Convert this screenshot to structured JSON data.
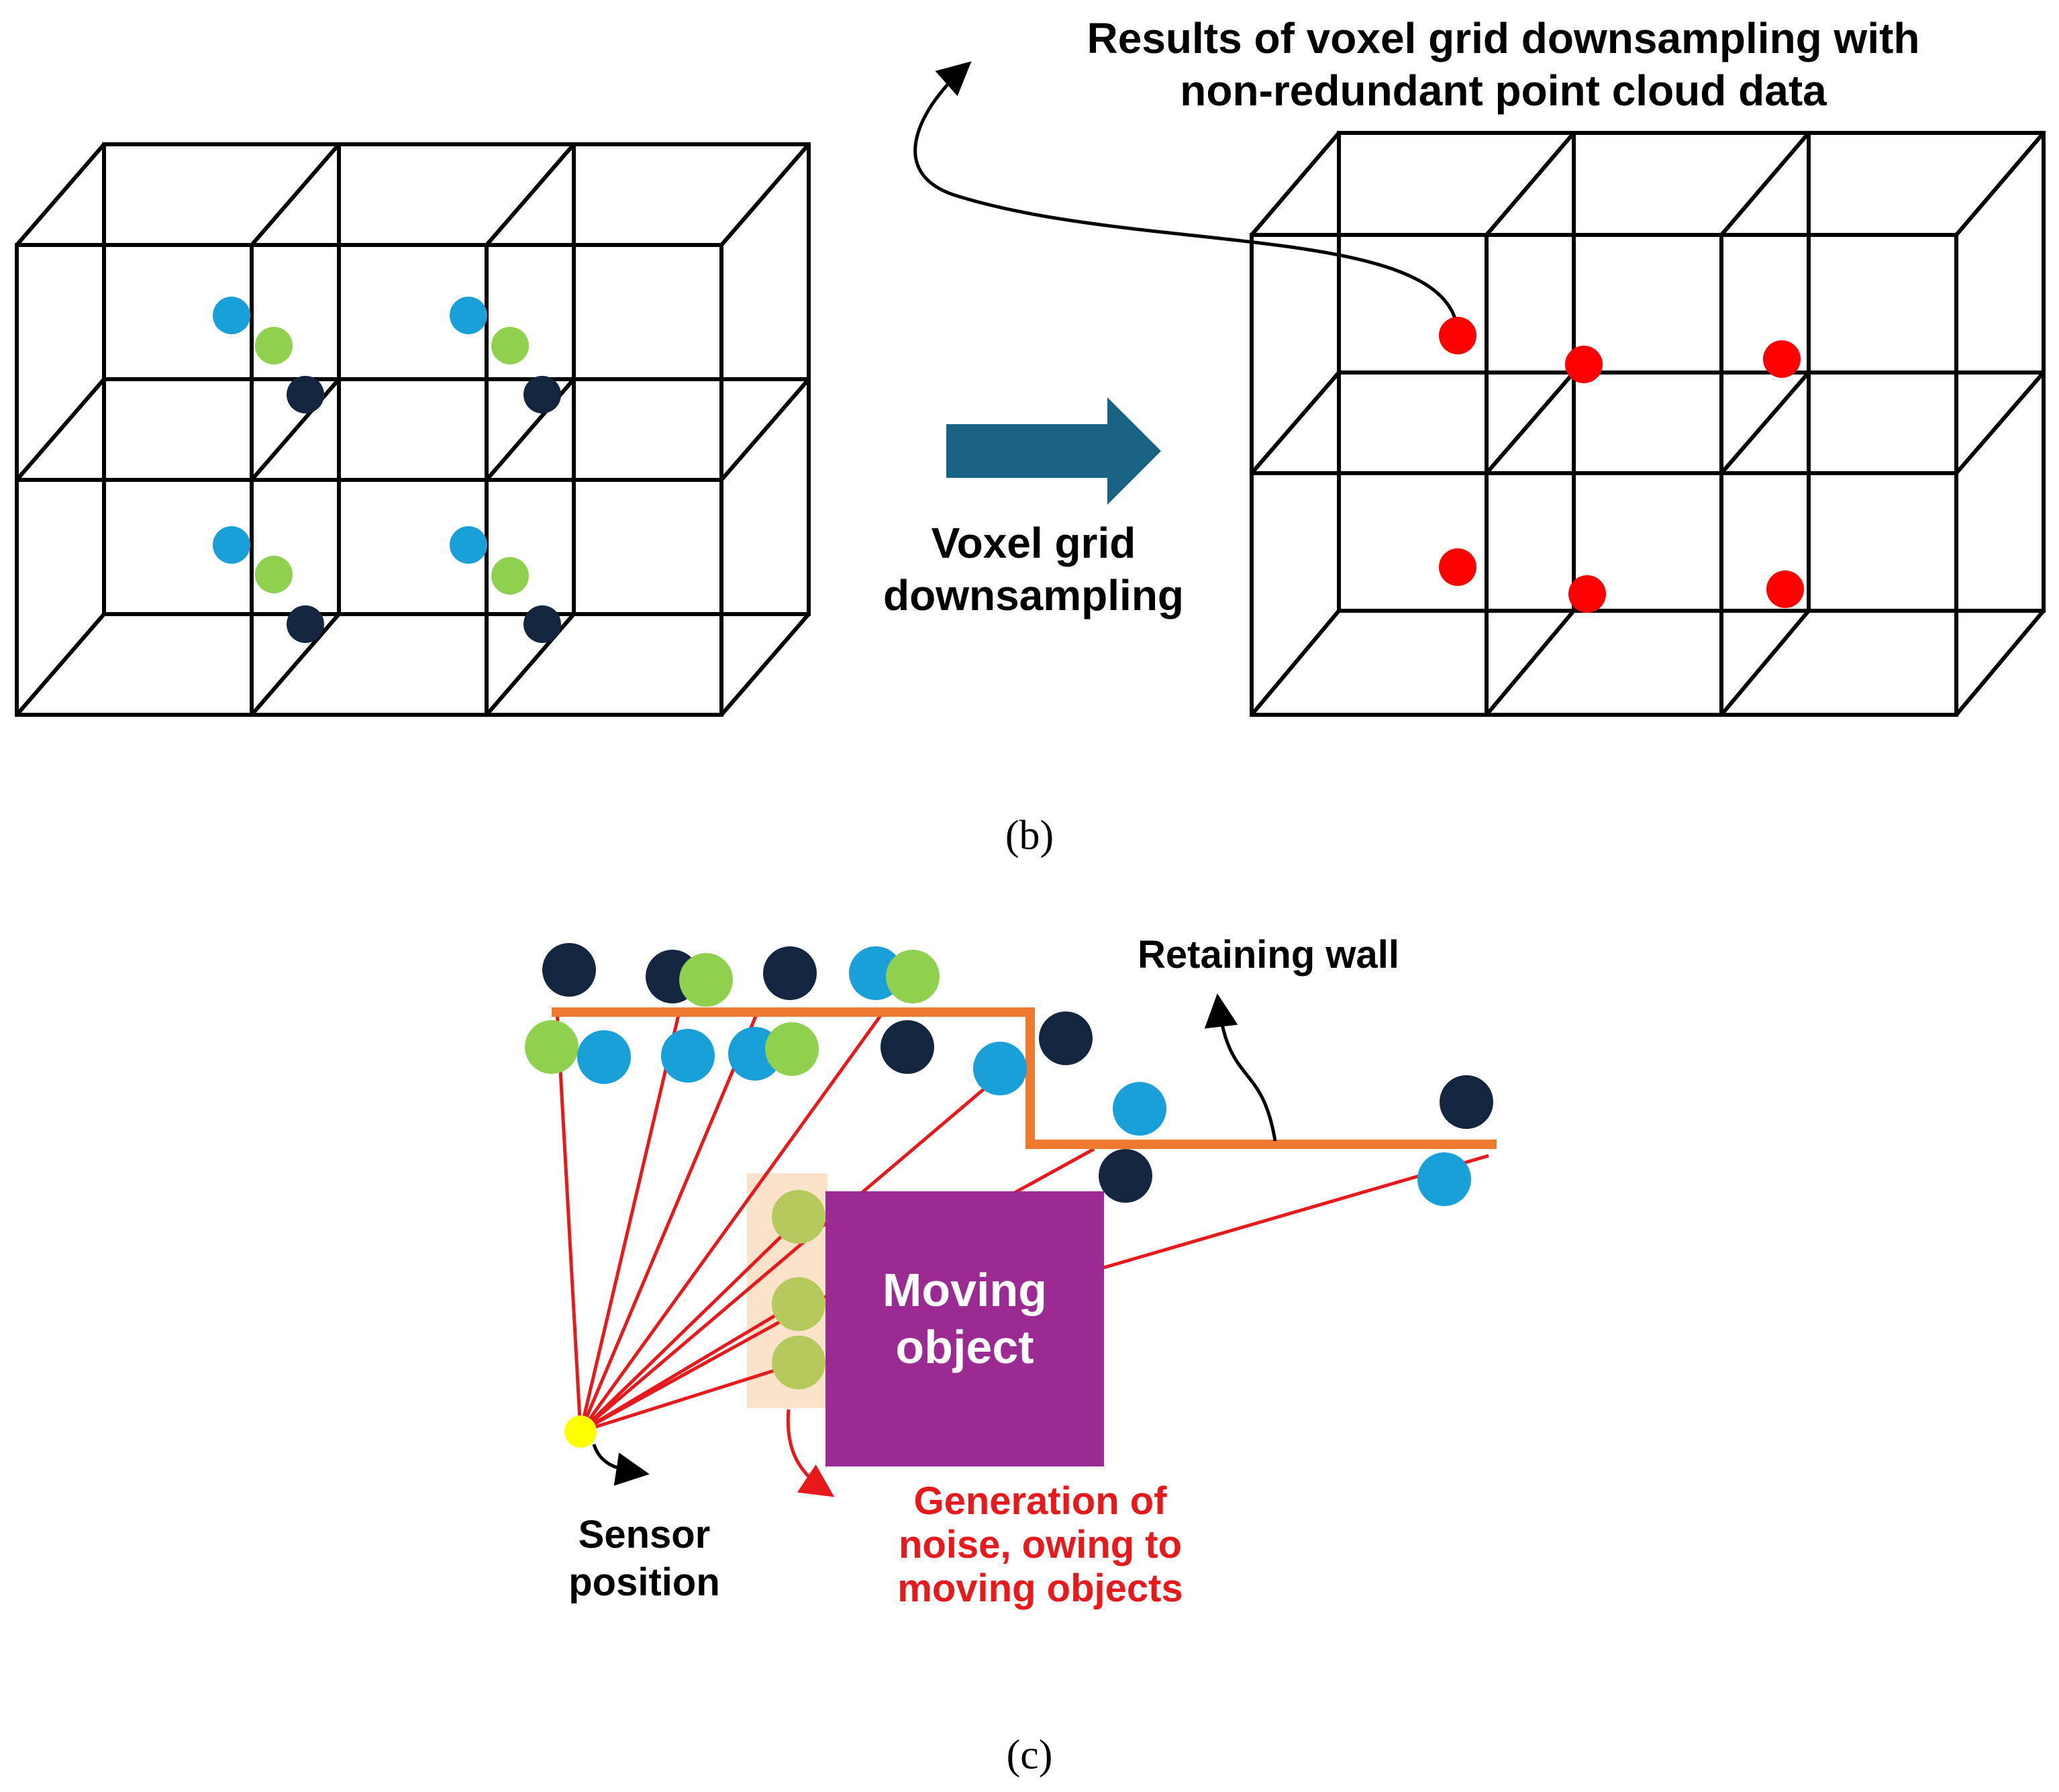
{
  "panel_b": {
    "caption": "(b)",
    "before_label": "",
    "arrow_label_line1": "Voxel grid",
    "arrow_label_line2": "downsampling",
    "result_label_line1": "Results of voxel grid downsampling with",
    "result_label_line2": "non-redundant point cloud data"
  },
  "panel_c": {
    "caption": "(c)",
    "wall_label": "Retaining wall",
    "object_label_line1": "Moving",
    "object_label_line2": "object",
    "sensor_label_line1": "Sensor",
    "sensor_label_line2": "position",
    "noise_label_line1": "Generation of",
    "noise_label_line2": "noise, owing to",
    "noise_label_line3": "moving objects"
  },
  "colors": {
    "point_blue": "#1aa0d8",
    "point_green": "#8fd14f",
    "point_navy": "#14263f",
    "point_red": "#ff0000",
    "arrow_fill": "#1a6284",
    "wall_orange": "#ee7a30",
    "ray_red": "#e8191b",
    "object_purple": "#9b2a93",
    "noise_highlight": "#fbe3cb",
    "noise_point": "#b5c95c",
    "sensor_yellow": "#ffff00",
    "noise_text_red": "#e8191b"
  }
}
